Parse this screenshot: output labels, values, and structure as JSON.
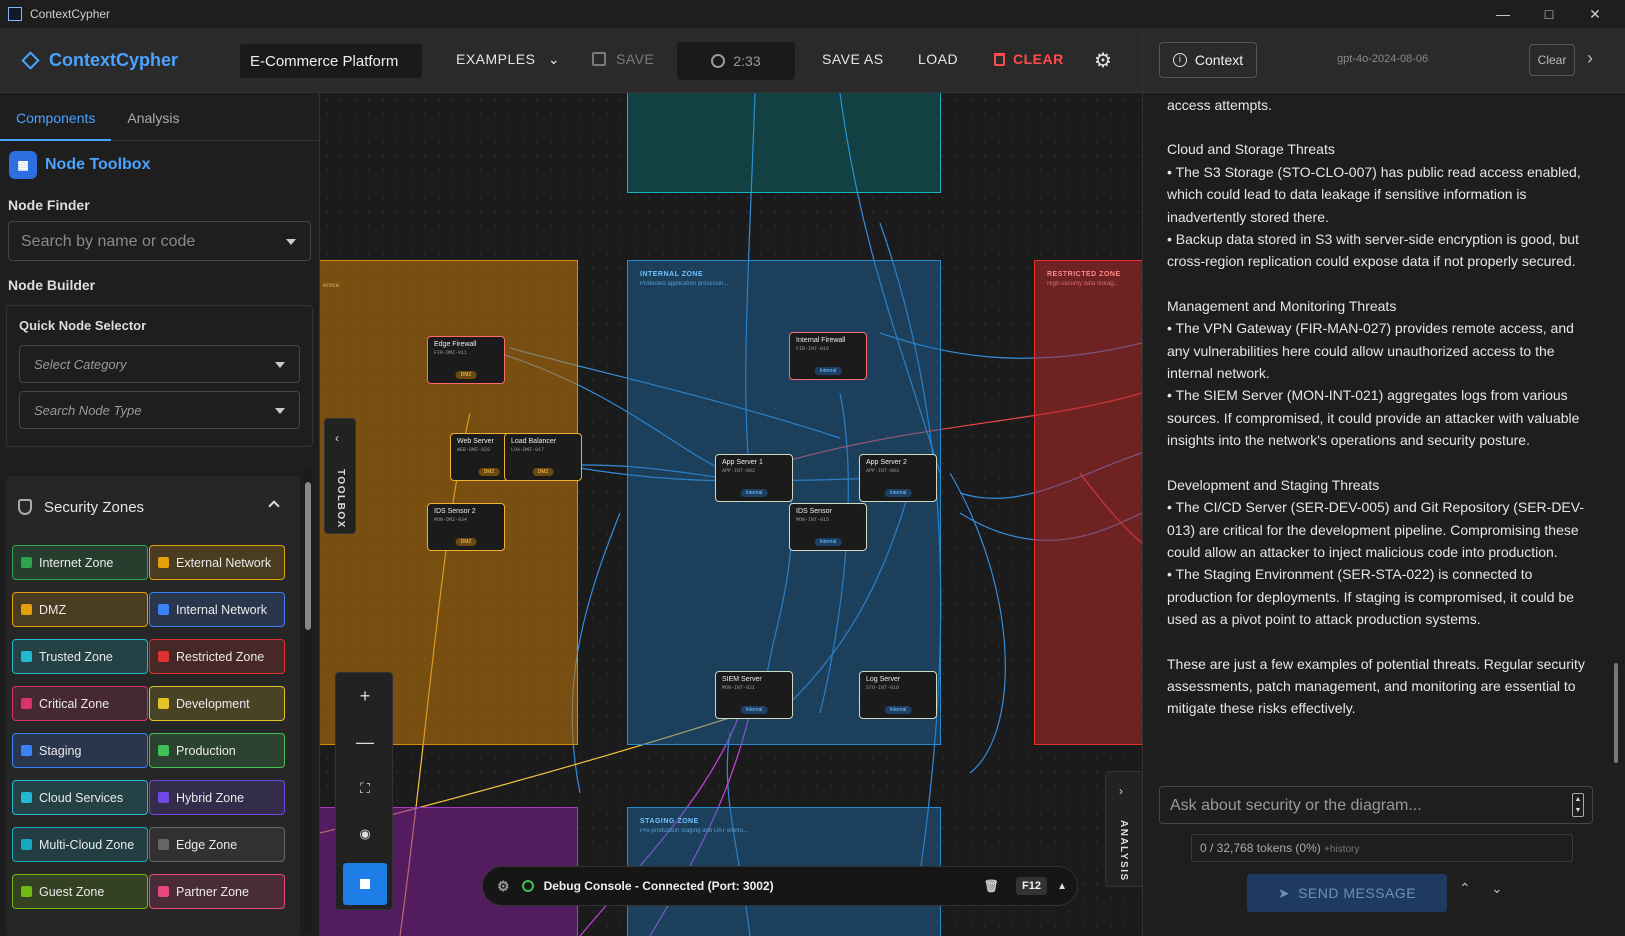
{
  "window": {
    "title": "ContextCypher"
  },
  "toolbar": {
    "brand": "ContextCypher",
    "project_name": "E-Commerce Platform",
    "examples": "EXAMPLES",
    "save": "SAVE",
    "timer": "2:33",
    "save_as": "SAVE AS",
    "load": "LOAD",
    "clear": "CLEAR"
  },
  "left": {
    "tabs": [
      "Components",
      "Analysis"
    ],
    "toolbox_title": "Node Toolbox",
    "node_finder_label": "Node Finder",
    "node_finder_placeholder": "Search by name or code",
    "node_builder_label": "Node Builder",
    "quick_selector_title": "Quick Node Selector",
    "select_category": "Select Category",
    "search_node_type": "Search Node Type",
    "security_zones_title": "Security Zones",
    "zones": [
      {
        "label": "Internet Zone",
        "color": "#2ea44f"
      },
      {
        "label": "External Network",
        "color": "#e3a008"
      },
      {
        "label": "DMZ",
        "color": "#e3a008"
      },
      {
        "label": "Internal Network",
        "color": "#3b82f6"
      },
      {
        "label": "Trusted Zone",
        "color": "#22b8cf"
      },
      {
        "label": "Restricted Zone",
        "color": "#e03131"
      },
      {
        "label": "Critical Zone",
        "color": "#d6336c"
      },
      {
        "label": "Development",
        "color": "#e6c229"
      },
      {
        "label": "Staging",
        "color": "#3b82f6"
      },
      {
        "label": "Production",
        "color": "#40c057"
      },
      {
        "label": "Cloud Services",
        "color": "#22b8cf"
      },
      {
        "label": "Hybrid Zone",
        "color": "#7048e8"
      },
      {
        "label": "Multi-Cloud Zone",
        "color": "#15aabf"
      },
      {
        "label": "Edge Zone",
        "color": "#666666"
      },
      {
        "label": "Guest Zone",
        "color": "#74b816"
      },
      {
        "label": "Partner Zone",
        "color": "#e64980"
      }
    ]
  },
  "canvas": {
    "toolbox_tab": "TOOLBOX",
    "analysis_tab": "ANALYSIS",
    "zones": {
      "internal_title": "INTERNAL ZONE",
      "internal_sub": "Protected application processin...",
      "restricted_title": "RESTRICTED ZONE",
      "restricted_sub": "High-security data storag...",
      "staging_title": "STAGING ZONE",
      "staging_sub": "Pre-production staging and UAT enviro...",
      "dmz_sub": "ervice."
    },
    "nodes": [
      {
        "name": "Edge Firewall",
        "code": "FIR-DMZ-011",
        "badge": "DMZ"
      },
      {
        "name": "Web Server",
        "code": "WEB-DMZ-029",
        "badge": "DMZ"
      },
      {
        "name": "Load Balancer",
        "code": "LOA-DMZ-017",
        "badge": "DMZ"
      },
      {
        "name": "IDS Sensor 2",
        "code": "MON-DMZ-034",
        "badge": "DMZ"
      },
      {
        "name": "Internal Firewall",
        "code": "FIR-INT-016",
        "badge": "Internal"
      },
      {
        "name": "App Server 1",
        "code": "APP-INT-002",
        "badge": "Internal"
      },
      {
        "name": "App Server 2",
        "code": "APP-INT-003",
        "badge": "Internal"
      },
      {
        "name": "IDS Sensor",
        "code": "MON-INT-015",
        "badge": "Internal"
      },
      {
        "name": "SIEM Server",
        "code": "MON-INT-021",
        "badge": "Internal"
      },
      {
        "name": "Log Server",
        "code": "STO-INT-018",
        "badge": "Internal"
      }
    ],
    "debug": "Debug Console - Connected (Port: 3002)",
    "debug_key": "F12"
  },
  "right": {
    "context_button": "Context",
    "model": "gpt-4o-2024-08-06",
    "clear": "Clear",
    "message": [
      "access attempts.",
      "",
      "Cloud and Storage Threats",
      "• The S3 Storage (STO-CLO-007) has public read access enabled, which could lead to data leakage if sensitive information is inadvertently stored there.",
      "• Backup data stored in S3 with server-side encryption is good, but cross-region replication could expose data if not properly secured.",
      "",
      "Management and Monitoring Threats",
      "• The VPN Gateway (FIR-MAN-027) provides remote access, and any vulnerabilities here could allow unauthorized access to the internal network.",
      "• The SIEM Server (MON-INT-021) aggregates logs from various sources. If compromised, it could provide an attacker with valuable insights into the network's operations and security posture.",
      "",
      "Development and Staging Threats",
      "• The CI/CD Server (SER-DEV-005) and Git Repository (SER-DEV-013) are critical for the development pipeline. Compromising these could allow an attacker to inject malicious code into production.",
      "• The Staging Environment (SER-STA-022) is connected to production for deployments. If staging is compromised, it could be used as a pivot point to attack production systems.",
      "",
      "These are just a few examples of potential threats. Regular security assessments, patch management, and monitoring are essential to mitigate these risks effectively."
    ],
    "input_placeholder": "Ask about security or the diagram...",
    "tokens": "0 / 32,768 tokens (0%)",
    "tokens_history": "+history",
    "send": "SEND MESSAGE"
  }
}
